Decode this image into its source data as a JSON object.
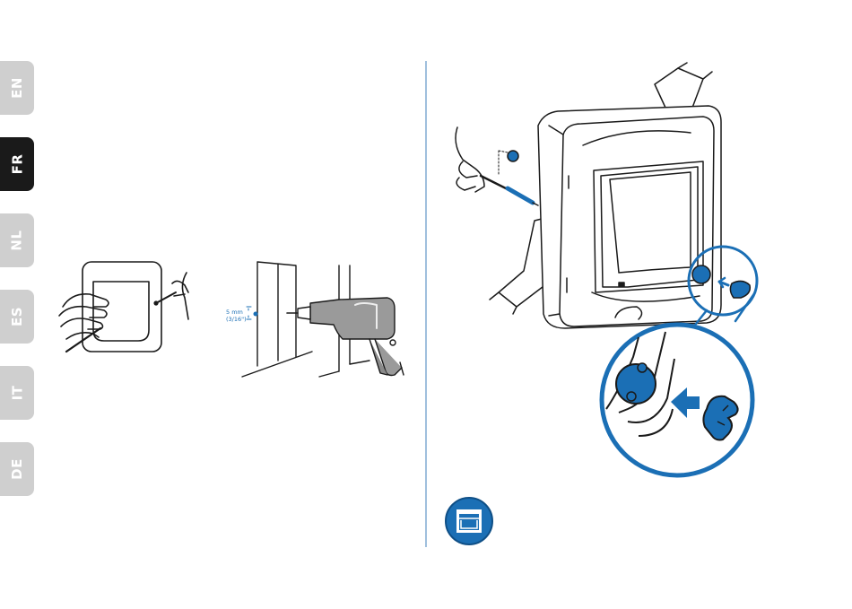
{
  "language_tabs": [
    {
      "code": "EN",
      "active": false
    },
    {
      "code": "FR",
      "active": true
    },
    {
      "code": "NL",
      "active": false
    },
    {
      "code": "ES",
      "active": false
    },
    {
      "code": "IT",
      "active": false
    },
    {
      "code": "DE",
      "active": false
    }
  ],
  "drill_illustration": {
    "hole_size_label": "5 mm",
    "hole_size_imperial": "(3/16\")"
  },
  "icons": {
    "step_icon": "cat-flap-window-icon"
  },
  "colors": {
    "accent_blue": "#1b6fb5",
    "tab_inactive": "#cfcfcf",
    "tab_active": "#1a1a1a",
    "divider": "#9fbfdd"
  }
}
